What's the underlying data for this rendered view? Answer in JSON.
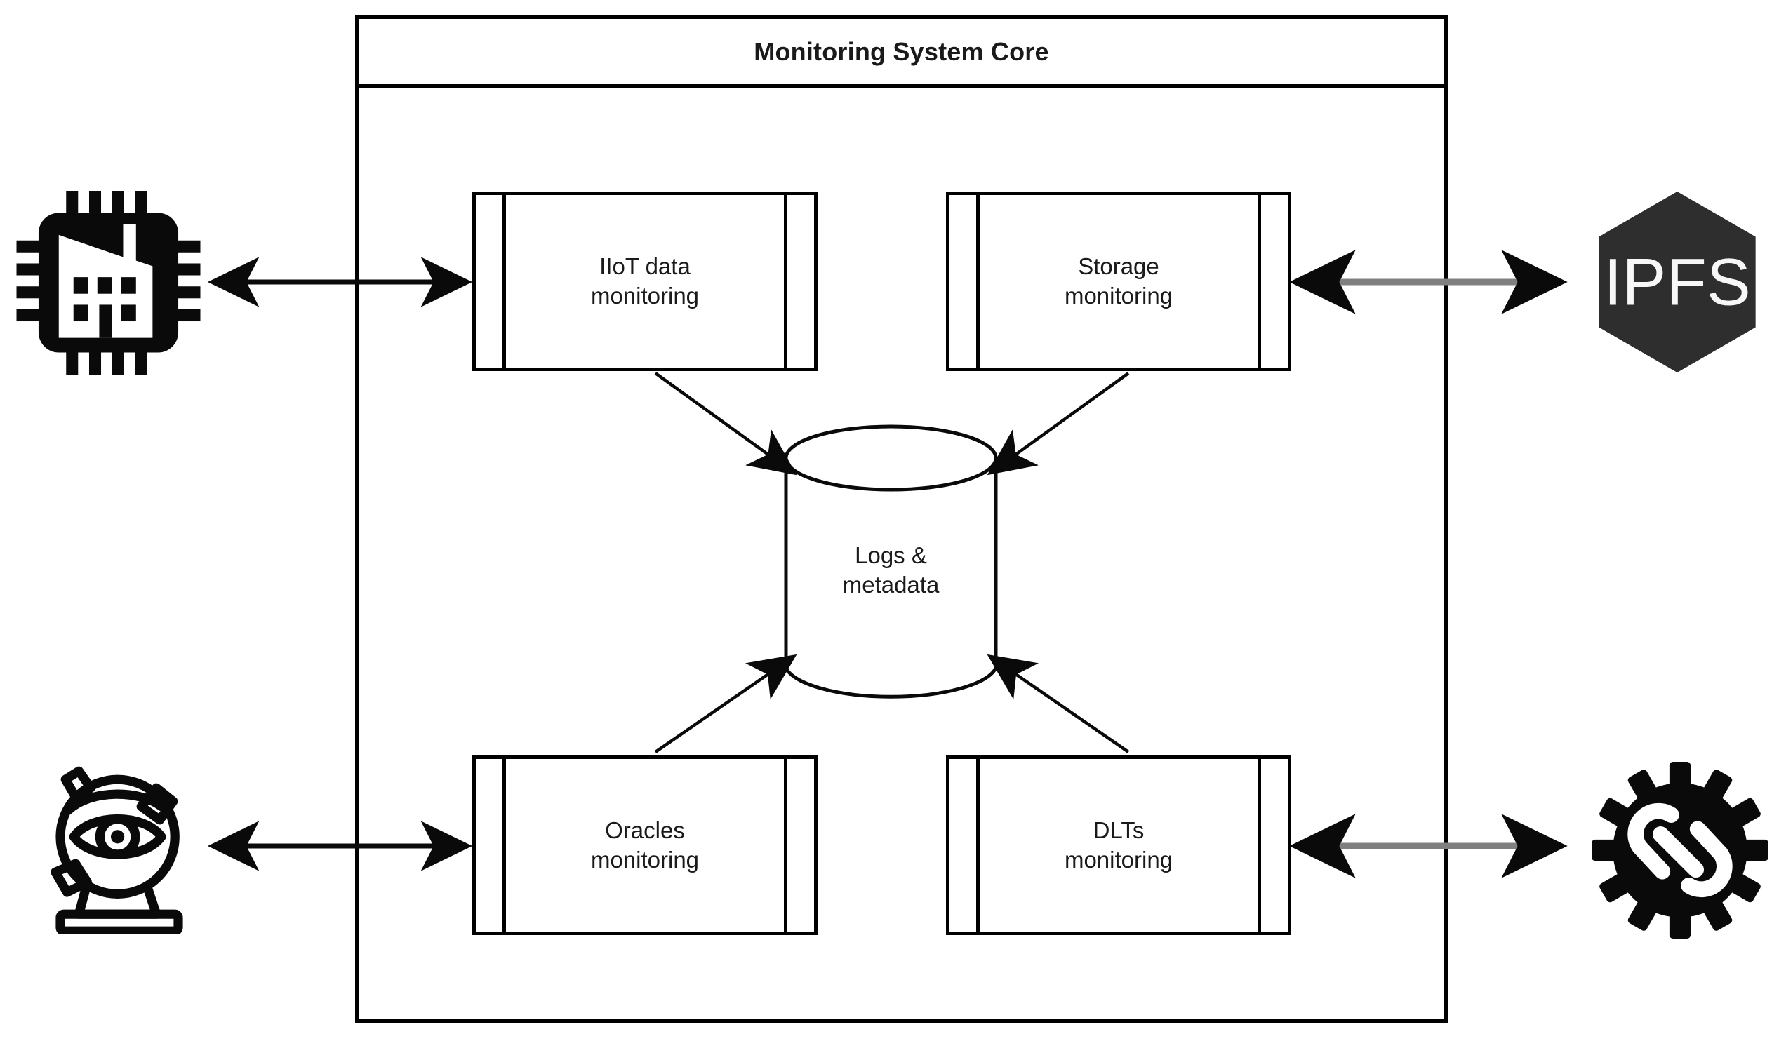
{
  "diagram": {
    "title": "Monitoring System Core",
    "type": "system-architecture-block-diagram",
    "background_color": "#ffffff",
    "stroke_color": "#000000",
    "text_color": "#1a1a1a",
    "external_link_color": "#808080"
  },
  "container": {
    "title": "Monitoring System Core"
  },
  "components": [
    {
      "id": "iiot",
      "label": "IIoT data\nmonitoring",
      "name": "iiot-data-monitoring"
    },
    {
      "id": "storage",
      "label": "Storage\nmonitoring",
      "name": "storage-monitoring"
    },
    {
      "id": "oracles",
      "label": "Oracles\nmonitoring",
      "name": "oracles-monitoring"
    },
    {
      "id": "dlts",
      "label": "DLTs\nmonitoring",
      "name": "dlts-monitoring"
    }
  ],
  "datastore": {
    "label": "Logs &\nmetadata",
    "shape": "cylinder"
  },
  "external_nodes": [
    {
      "id": "iiot_device",
      "icon": "factory-chip-icon",
      "label": ""
    },
    {
      "id": "ipfs",
      "icon": "ipfs-hexagon-icon",
      "label": "IPFS"
    },
    {
      "id": "oracle",
      "icon": "crystal-ball-eye-icon",
      "label": ""
    },
    {
      "id": "dlt",
      "icon": "gear-chain-icon",
      "label": ""
    }
  ],
  "connections": [
    {
      "from": "iiot_device",
      "to": "iiot",
      "style": "bidirectional",
      "color": "#000000"
    },
    {
      "from": "ipfs",
      "to": "storage",
      "style": "bidirectional",
      "color": "#808080"
    },
    {
      "from": "oracle",
      "to": "oracles",
      "style": "bidirectional",
      "color": "#000000"
    },
    {
      "from": "dlt",
      "to": "dlts",
      "style": "bidirectional",
      "color": "#808080"
    },
    {
      "from": "iiot",
      "to": "datastore",
      "style": "directed",
      "color": "#000000"
    },
    {
      "from": "storage",
      "to": "datastore",
      "style": "directed",
      "color": "#000000"
    },
    {
      "from": "oracles",
      "to": "datastore",
      "style": "directed",
      "color": "#000000"
    },
    {
      "from": "dlts",
      "to": "datastore",
      "style": "directed",
      "color": "#000000"
    }
  ]
}
